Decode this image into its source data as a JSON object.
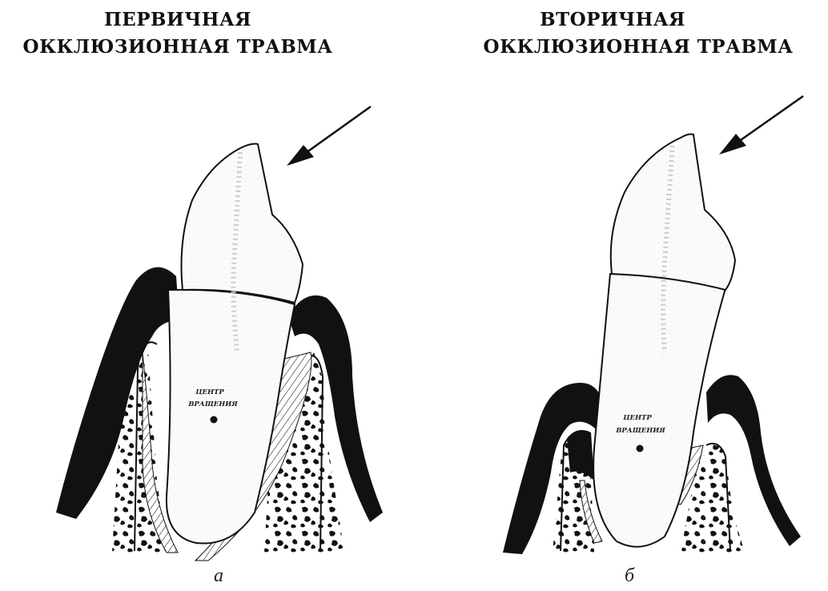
{
  "panels": [
    {
      "title_line1": "ПЕРВИЧНАЯ",
      "title_line2": "ОККЛЮЗИОННАЯ ТРАВМА",
      "center_line1": "ЦЕНТР",
      "center_line2": "ВРАЩЕНИЯ",
      "caption": "а"
    },
    {
      "title_line1": "ВТОРИЧНАЯ",
      "title_line2": "ОККЛЮЗИОННАЯ ТРАВМА",
      "center_line1": "ЦЕНТР",
      "center_line2": "ВРАЩЕНИЯ",
      "caption": "б"
    }
  ]
}
